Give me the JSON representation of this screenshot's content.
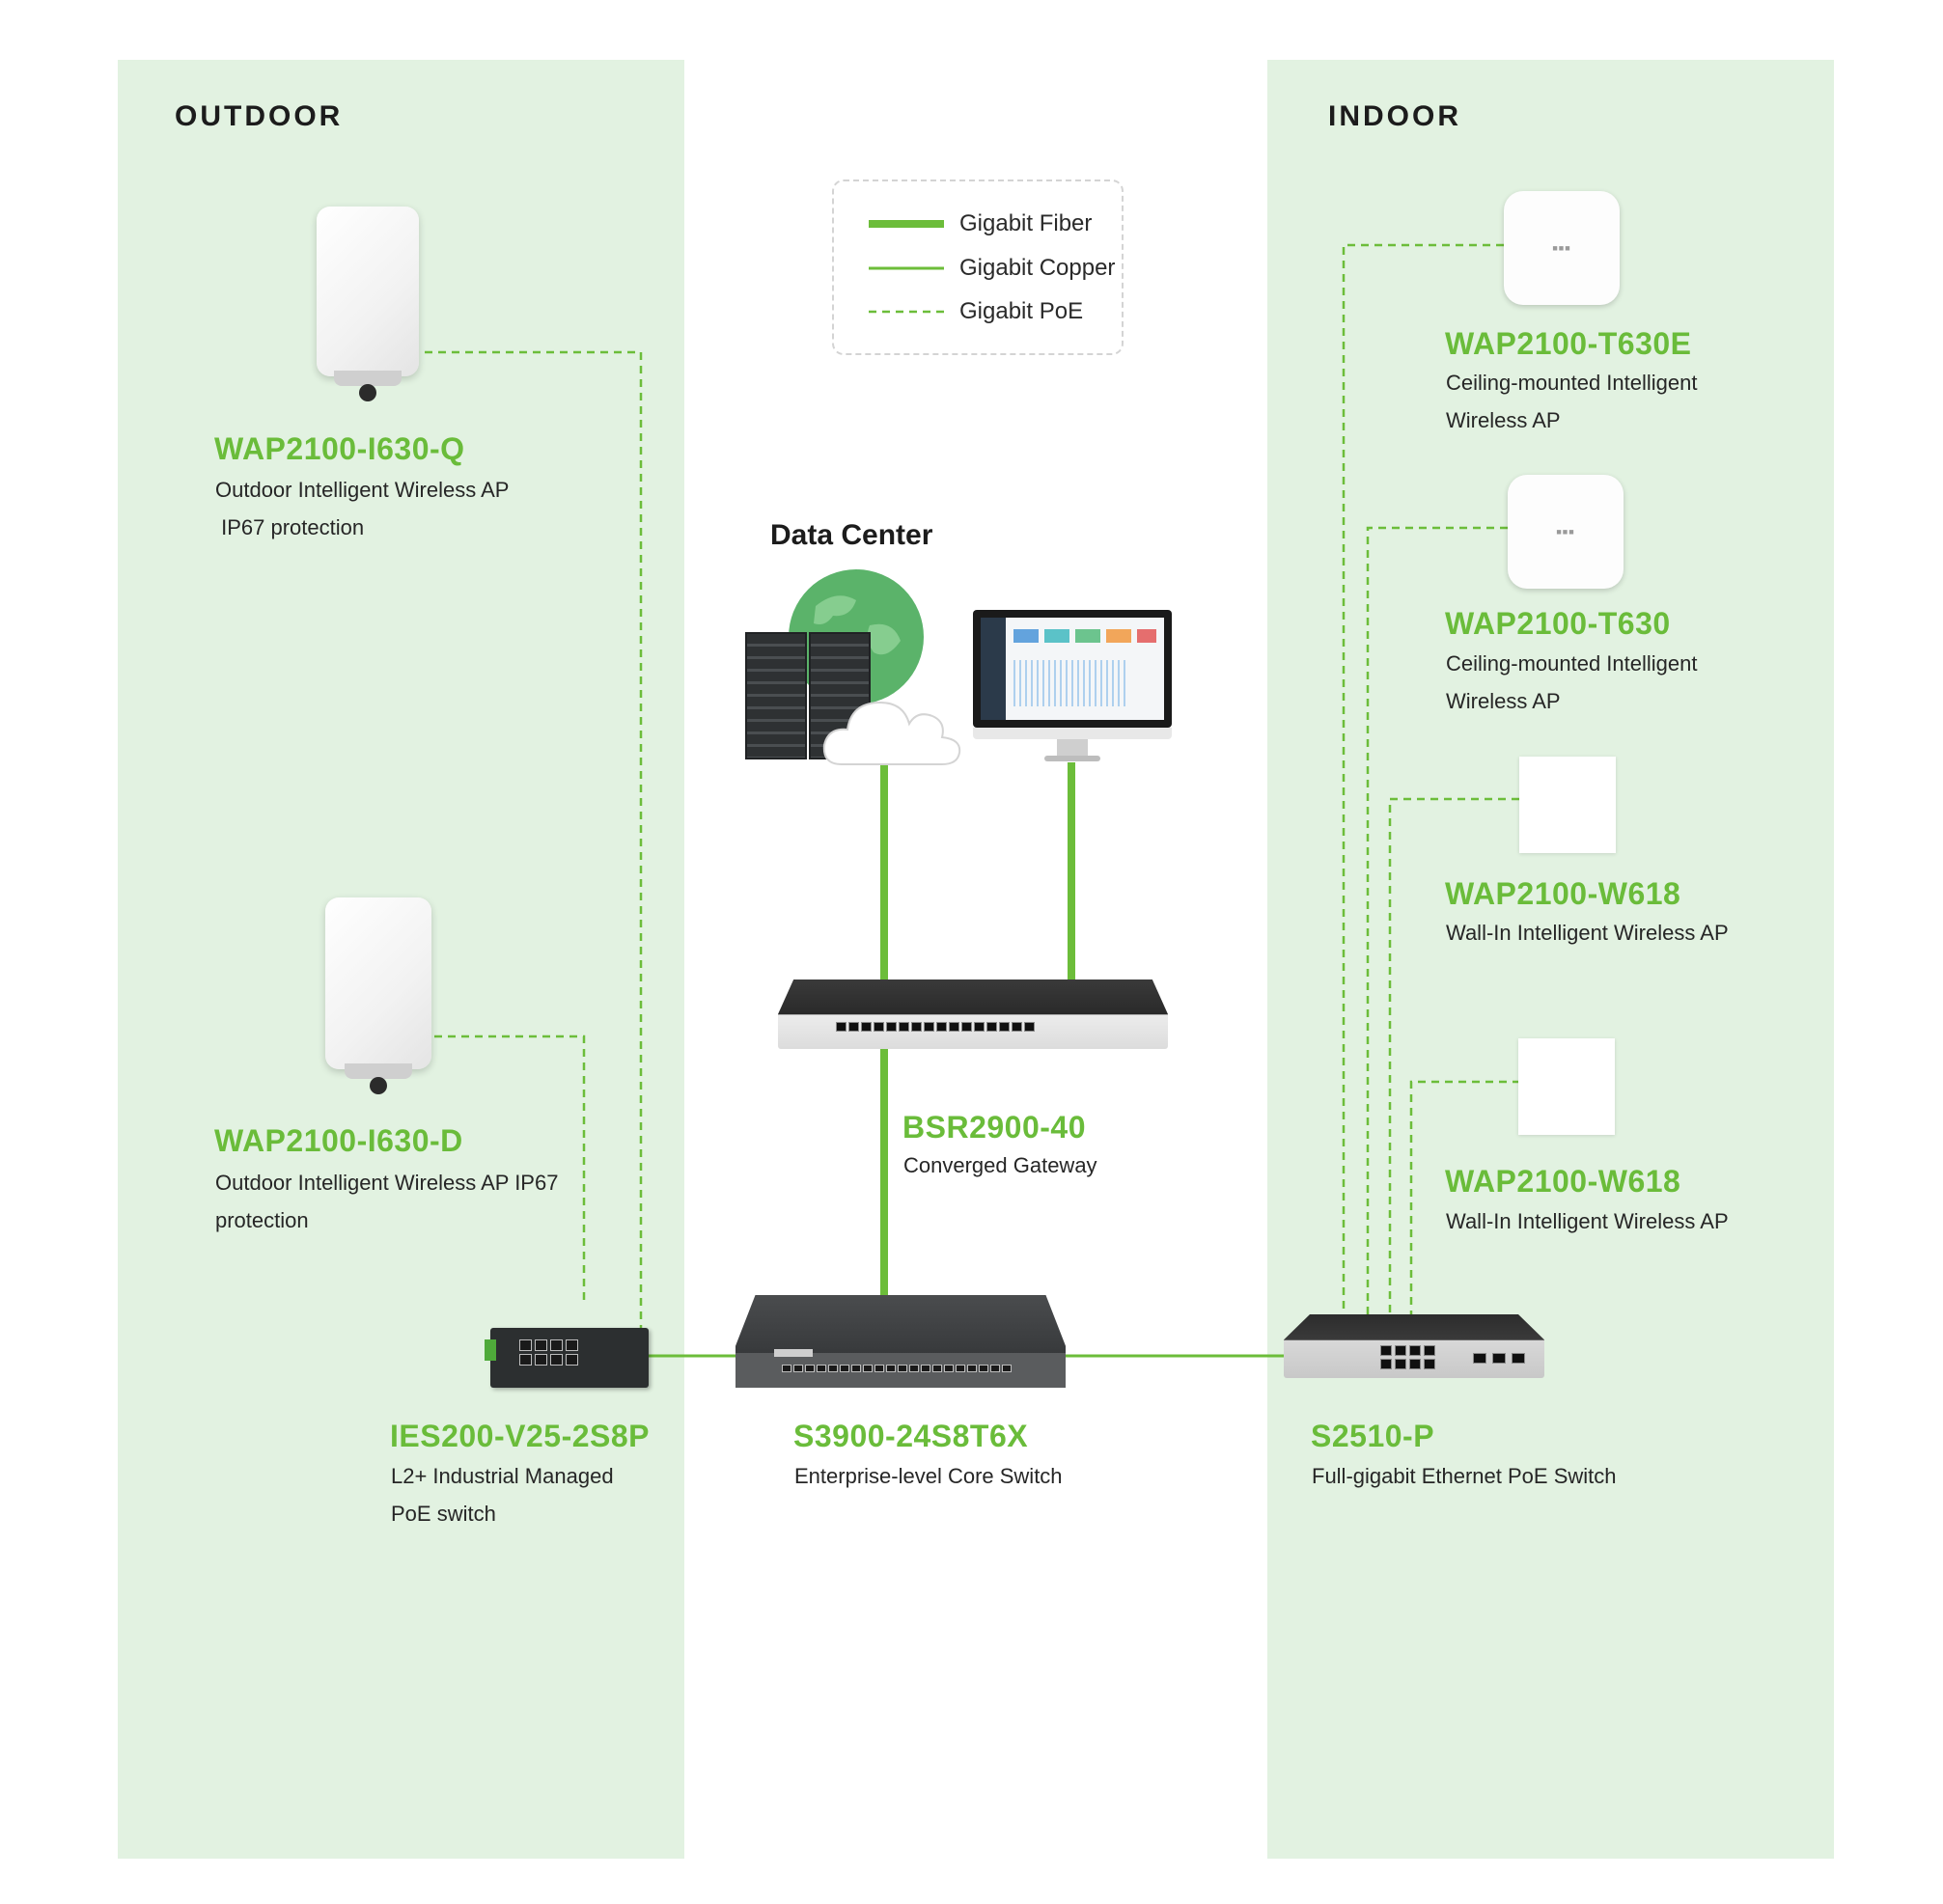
{
  "zones": {
    "outdoor": "OUTDOOR",
    "indoor": "INDOOR"
  },
  "legend": [
    {
      "label": "Gigabit Fiber",
      "style": "thick-solid"
    },
    {
      "label": "Gigabit Copper",
      "style": "thin-solid"
    },
    {
      "label": "Gigabit PoE",
      "style": "dashed"
    }
  ],
  "data_center": {
    "title": "Data Center"
  },
  "devices": {
    "wap_i630_q": {
      "name": "WAP2100-I630-Q",
      "desc": [
        "Outdoor Intelligent Wireless AP",
        " IP67 protection"
      ]
    },
    "wap_i630_d": {
      "name": "WAP2100-I630-D",
      "desc": [
        "Outdoor Intelligent Wireless AP IP67",
        "protection"
      ]
    },
    "ies200": {
      "name": "IES200-V25-2S8P",
      "desc": [
        "L2+ Industrial Managed",
        "PoE switch"
      ]
    },
    "bsr2900": {
      "name": "BSR2900-40",
      "desc": [
        "Converged Gateway"
      ]
    },
    "s3900": {
      "name": "S3900-24S8T6X",
      "desc": [
        "Enterprise-level Core Switch"
      ]
    },
    "s2510": {
      "name": "S2510-P",
      "desc": [
        "Full-gigabit Ethernet PoE Switch"
      ]
    },
    "wap_t630e": {
      "name": "WAP2100-T630E",
      "desc": [
        "Ceiling-mounted Intelligent",
        "Wireless AP"
      ]
    },
    "wap_t630": {
      "name": "WAP2100-T630",
      "desc": [
        "Ceiling-mounted Intelligent",
        "Wireless AP"
      ]
    },
    "wap_w618_a": {
      "name": "WAP2100-W618",
      "desc": [
        "Wall-In Intelligent Wireless AP"
      ]
    },
    "wap_w618_b": {
      "name": "WAP2100-W618",
      "desc": [
        "Wall-In Intelligent Wireless AP"
      ]
    }
  },
  "colors": {
    "accent_green": "#6abc3a",
    "link_green": "#6cbd3a",
    "zone_background": "#e2f2e1",
    "globe_green": "#5bb36a"
  },
  "icons": [
    "outdoor-ap-icon",
    "ceiling-ap-icon",
    "wall-ap-icon",
    "switch-icon",
    "server-rack-icon",
    "globe-icon",
    "cloud-icon",
    "monitor-icon"
  ]
}
